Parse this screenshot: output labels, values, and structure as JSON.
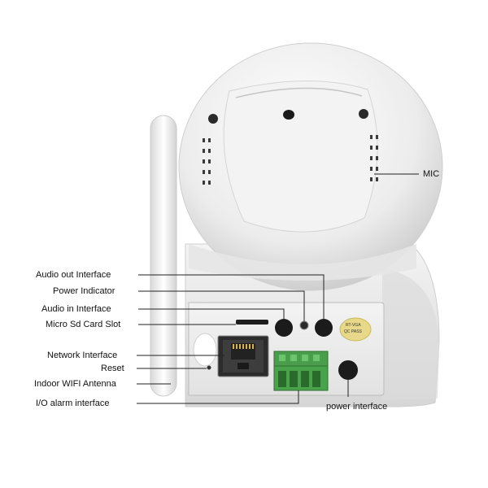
{
  "labels": {
    "mic": "MIC",
    "audio_out": "Audio out Interface",
    "power_indicator": "Power Indicator",
    "audio_in": "Audio in Interface",
    "micro_sd": "Micro Sd Card Slot",
    "network": "Network Interface",
    "reset": "Reset",
    "antenna": "Indoor WIFI Antenna",
    "io_alarm": "I/O alarm interface",
    "power_interface": "power interface"
  },
  "sticker": {
    "line1": "RT-VGA",
    "line2": "QC PASS"
  },
  "colors": {
    "body": "#f1f1f1",
    "body_shade": "#d8d8d8",
    "port_dark": "#1c1c1c",
    "terminal_green": "#49a34a",
    "sticker_yellow": "#e8d98a"
  }
}
